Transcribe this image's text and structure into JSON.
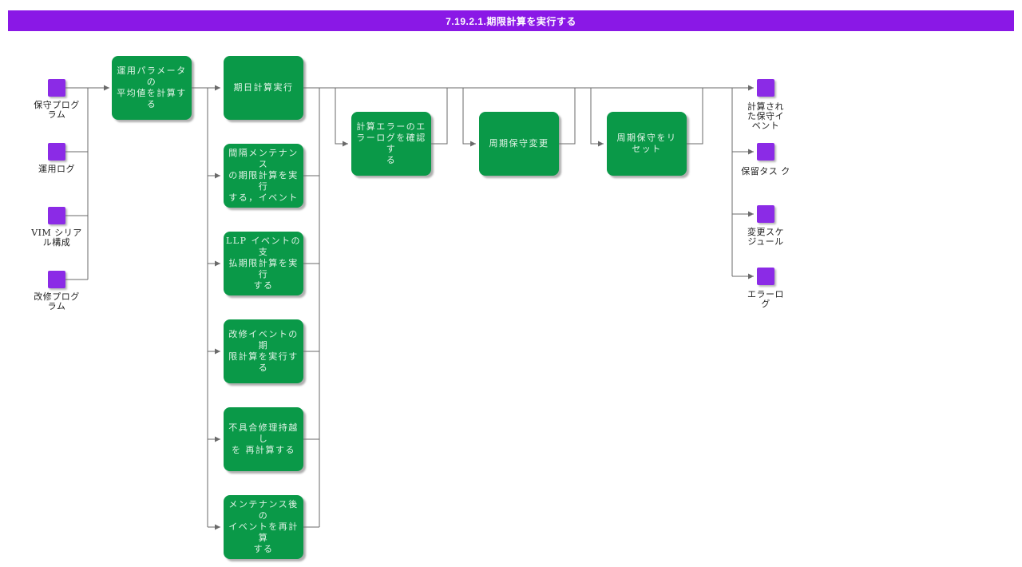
{
  "title": "7.19.2.1.期限計算を実行する",
  "colors": {
    "title_bar_bg": "#8A18E6",
    "title_text": "#FFFFFF",
    "process_fill": "#0A9948",
    "process_text": "#E2F4E8",
    "icon_fill": "#8B2BE6",
    "connector": "#6A6A6A",
    "label_text": "#202020",
    "background": "#FFFFFF"
  },
  "inputs": [
    {
      "label": "保守プログ\nラム"
    },
    {
      "label": "運用ログ"
    },
    {
      "label": "VIM シリア\nル構成"
    },
    {
      "label": "改修プログ\nラム"
    }
  ],
  "outputs": [
    {
      "label": "計算され\nた保守イ\nベント"
    },
    {
      "label": "保留タス ク"
    },
    {
      "label": "変更スケ\nジュール"
    },
    {
      "label": "エラーロ\nグ"
    }
  ],
  "processes": {
    "average_params": "運用パラメータの\n平均値を計算する",
    "due_date_calc": "期日計算実行",
    "interval_maintenance": "間隔メンテナンス\nの期限計算を実行\nする，イベント",
    "llp_payment": "LLP イベントの支\n払期限計算を実行\nする",
    "modification_events": "改修イベントの期\n限計算を実行する",
    "defect_carryover": "不具合修理持越し\nを 再計算する",
    "post_maintenance_recalc": "メンテナンス後の\nイベントを再計算\nする",
    "check_error_log": "計算エラーのエ\nラーログを確認す\nる",
    "periodic_maintenance_change": "周期保守変更",
    "periodic_maintenance_reset": "周期保守をリ\nセット"
  }
}
